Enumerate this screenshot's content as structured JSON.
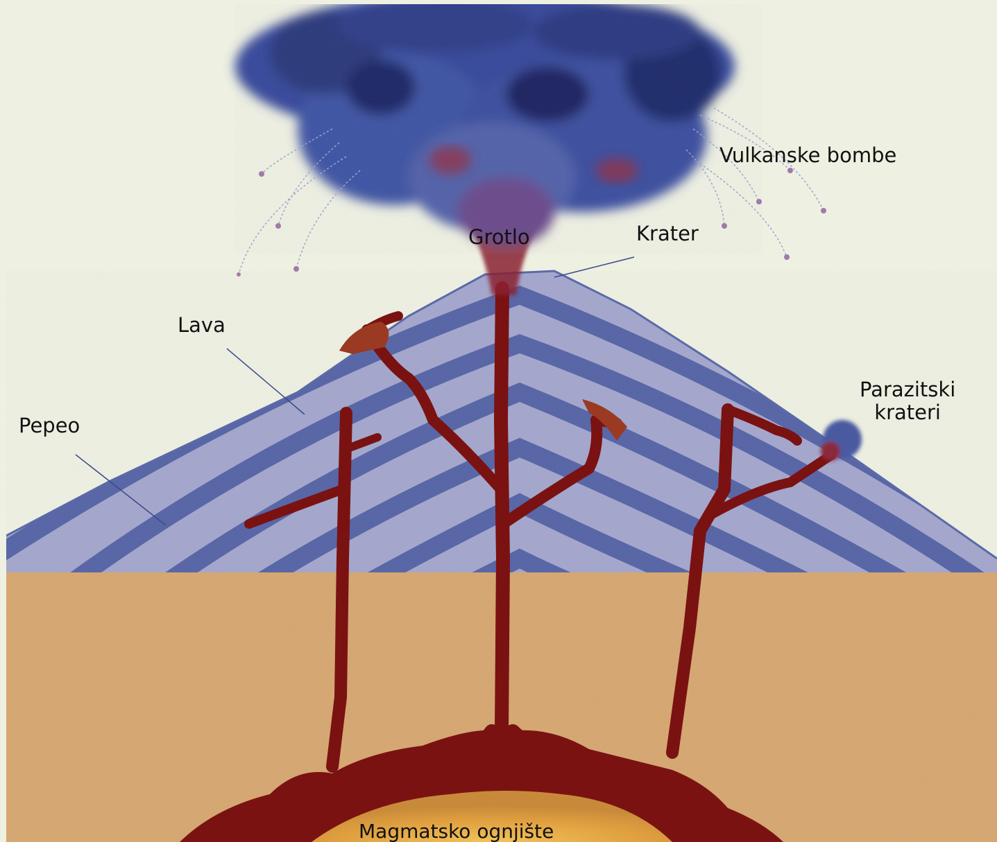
{
  "labels": {
    "vulkanske_bombe": "Vulkanske bombe",
    "grotlo": "Grotlo",
    "krater": "Krater",
    "lava": "Lava",
    "pepeo": "Pepeo",
    "parazitski_line1": "Parazitski",
    "parazitski_line2": "krateri",
    "magmatsko_ognjiste": "Magmatsko ognjište"
  },
  "colors": {
    "background": "#eef0e2",
    "ash_cloud": "#3a4f9a",
    "cone_light": "#9a9ec8",
    "cone_band": "#4c5b9e",
    "ground": "#d2a36c",
    "magma": "#7a1212",
    "magma_chamber_core": "#e8b04a"
  }
}
